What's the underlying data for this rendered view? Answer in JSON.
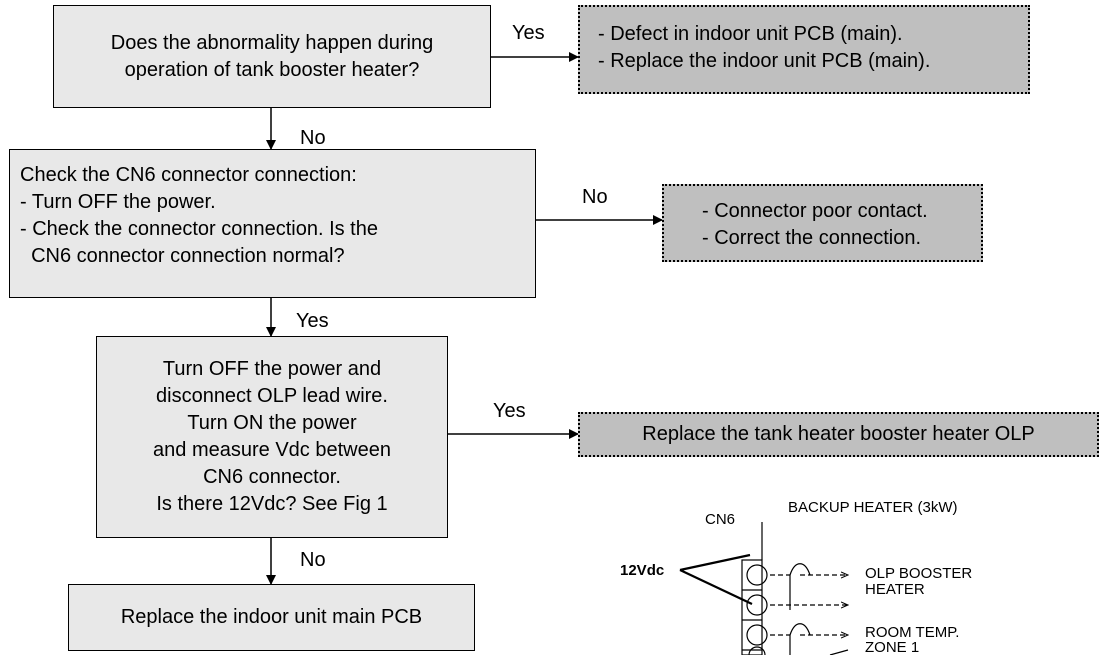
{
  "q1": {
    "text_lines": [
      "Does the abnormality happen during",
      "operation of tank booster heater?"
    ],
    "yes_label": "Yes",
    "no_label": "No"
  },
  "r1": {
    "lines": [
      "- Defect in indoor unit PCB (main).",
      "- Replace the indoor unit PCB (main)."
    ]
  },
  "q2": {
    "text_lines": [
      "Check the CN6 connector connection:",
      "- Turn OFF the power.",
      "- Check the connector connection. Is the",
      "  CN6 connector connection normal?"
    ],
    "no_label": "No",
    "yes_label": "Yes"
  },
  "r2": {
    "lines": [
      "- Connector poor contact.",
      "- Correct the connection."
    ]
  },
  "q3": {
    "text_lines": [
      "Turn OFF the power and",
      "disconnect OLP lead wire.",
      "Turn ON the power",
      "and measure Vdc between",
      "CN6 connector.",
      "Is there 12Vdc? See Fig 1"
    ],
    "yes_label": "Yes",
    "no_label": "No"
  },
  "r3": {
    "text": "Replace the tank heater booster heater OLP"
  },
  "final": {
    "text": "Replace the indoor unit main PCB"
  },
  "fig": {
    "connector": "CN6",
    "voltage": "12Vdc",
    "labels": [
      "BACKUP HEATER (3kW)",
      "OLP BOOSTER",
      "HEATER",
      "ROOM TEMP.",
      "ZONE 1"
    ]
  }
}
